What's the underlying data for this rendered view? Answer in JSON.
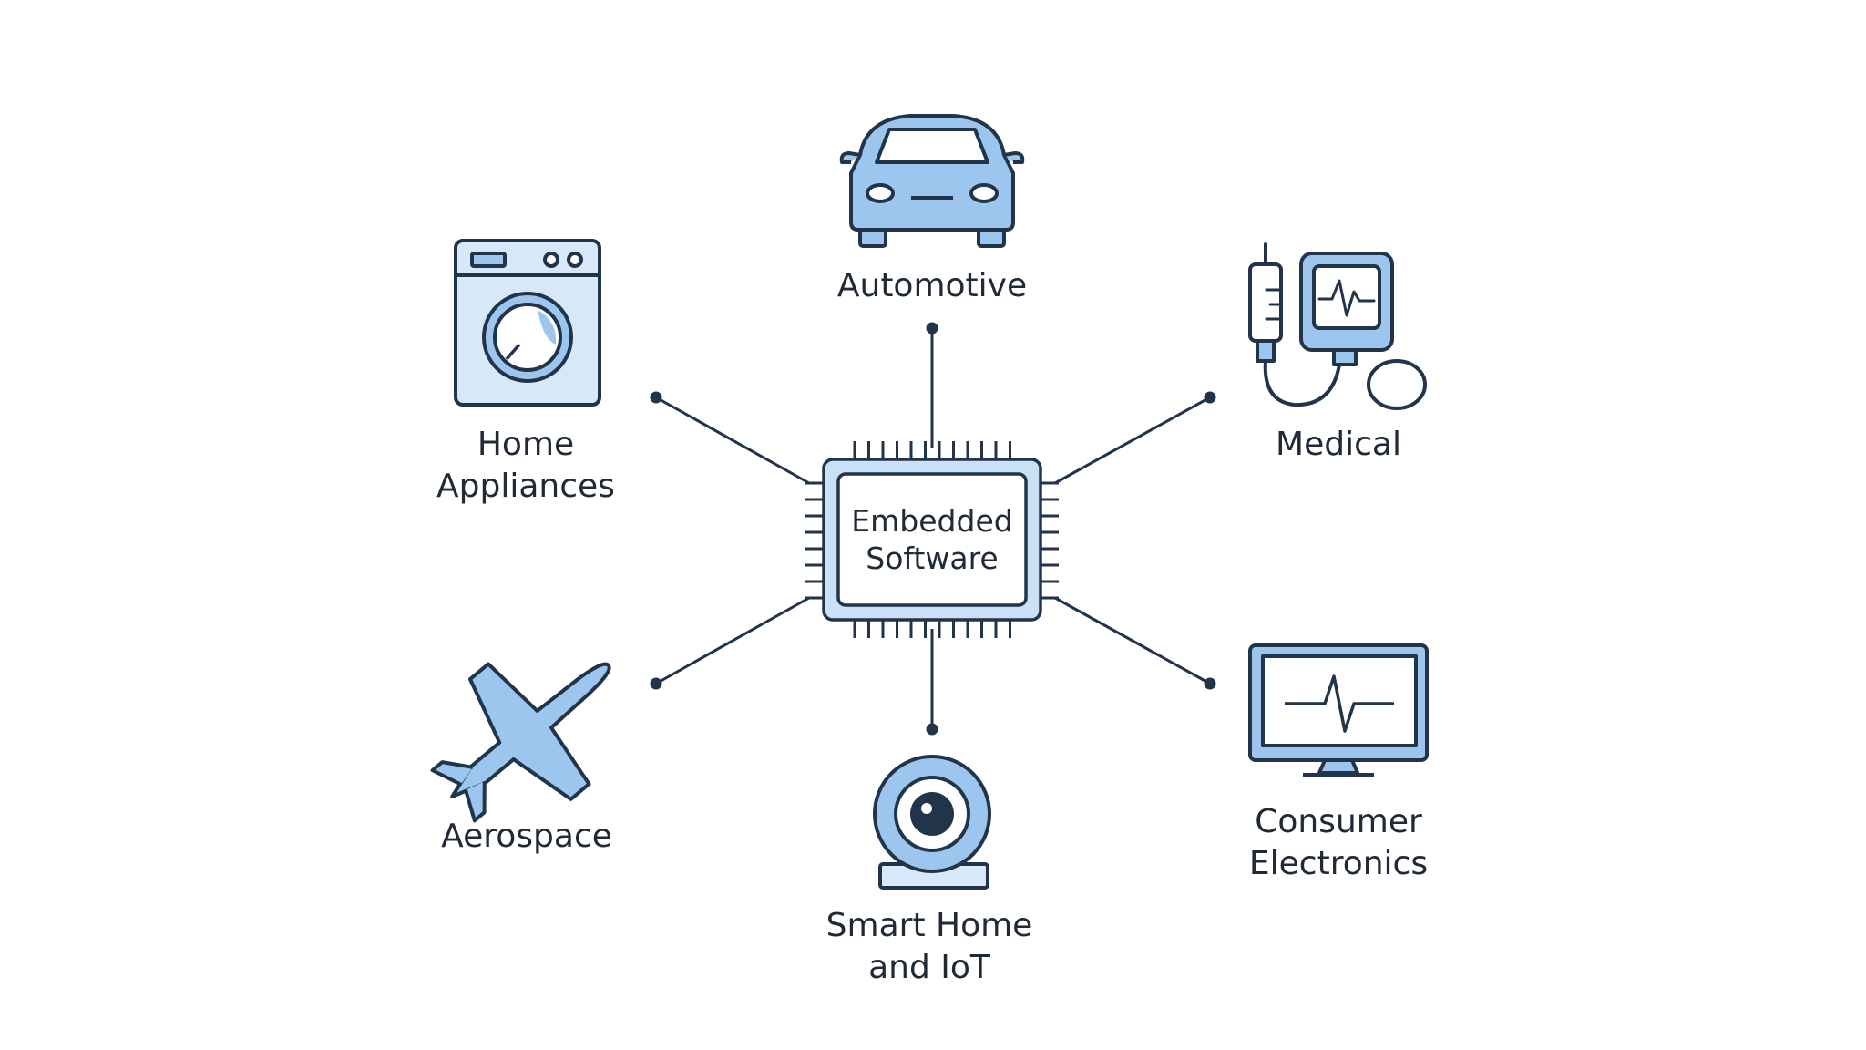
{
  "colors": {
    "stroke": "#22344a",
    "fill": "#9cc6ee",
    "fill_light": "#d7e9f9",
    "background": "#ffffff"
  },
  "center": {
    "line1": "Embedded",
    "line2": "Software",
    "icon": "microchip-icon"
  },
  "nodes": {
    "automotive": {
      "line1": "Automotive",
      "icon": "car-icon"
    },
    "medical": {
      "line1": "Medical",
      "icon": "medical-monitor-icon"
    },
    "consumer": {
      "line1": "Consumer",
      "line2": "Electronics",
      "icon": "monitor-icon"
    },
    "smarthome": {
      "line1": "Smart Home",
      "line2": "and IoT",
      "icon": "camera-icon"
    },
    "aerospace": {
      "line1": "Aerospace",
      "icon": "airplane-icon"
    },
    "home": {
      "line1": "Home",
      "line2": "Appliances",
      "icon": "washing-machine-icon"
    }
  }
}
